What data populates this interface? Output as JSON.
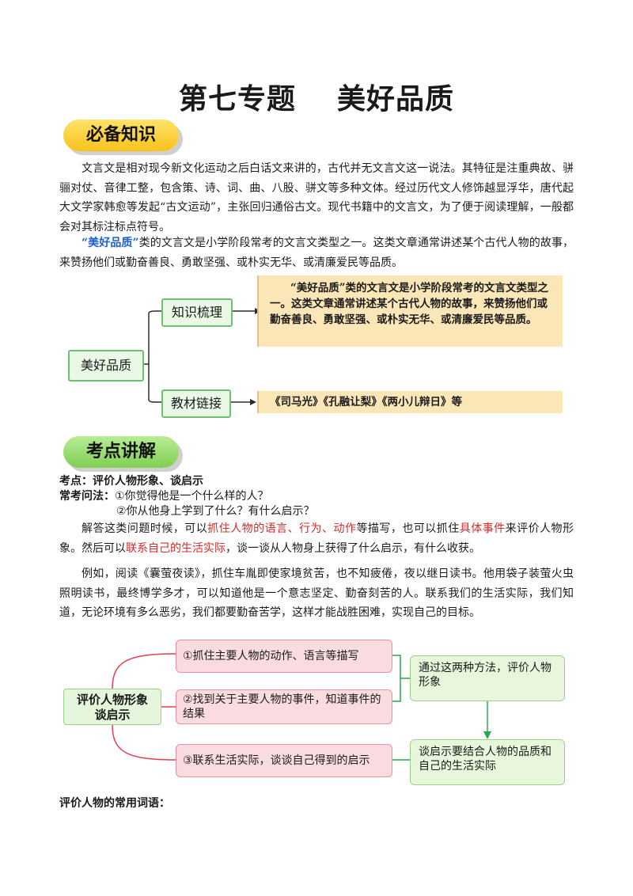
{
  "title": {
    "part1": "第七专题",
    "part2": "美好品质"
  },
  "section1": {
    "label": "必备知识"
  },
  "intro": {
    "p1": "文言文是相对现今新文化运动之后白话文来讲的，古代并无文言文这一说法。其特征是注重典故、骈骊对仗、音律工整，包含策、诗、词、曲、八股、骈文等多种文体。经过历代文人修饰越显浮华，唐代起大文学家韩愈等发起“古文运动”，主张回归通俗古文。现代书籍中的文言文，为了便于阅读理解，一般都会对其标注标点符号。",
    "p2_highlight": "“美好品质”",
    "p2_rest": "类的文言文是小学阶段常考的文言文类型之一。这类文章通常讲述某个古代人物的故事，来赞扬他们或勤奋善良、勇敢坚强、或朴实无华、或清廉爱民等品质。"
  },
  "mindmap1": {
    "root": "美好品质",
    "branch1": "知识梳理",
    "branch1_text": "“美好品质”类的文言文是小学阶段常考的文言文类型之一。这类文章通常讲述某个古代人物的故事，来赞扬他们或勤奋善良、勇敢坚强、或朴实无华、或清廉爱民等品质。",
    "branch2": "教材链接",
    "branch2_text": "《司马光》《孔融让梨》《两小儿辩日》等"
  },
  "section2": {
    "label": "考点讲解"
  },
  "kaodian": {
    "label": "考点：",
    "value": "评价人物形象、谈启示",
    "method_label": "常考问法：",
    "q1": "①你觉得他是一个什么样的人？",
    "q2": "②你从他身上学到了什么？有什么启示？"
  },
  "explain": {
    "p1_a": "解答这类问题时候，可以",
    "p1_red1": "抓住人物的语言、行为、动作",
    "p1_b": "等描写，也可以抓住",
    "p1_red2": "具体事件",
    "p1_c": "来评价人物形象。然后可以",
    "p1_red3": "联系自己的生活实际",
    "p1_d": "，谈一谈从人物身上获得了什么启示，有什么收获。",
    "p2": "例如，阅读《囊萤夜读》，抓住车胤即使家境贫苦，也不知疲倦，夜以继日读书。他用袋子装萤火虫照明读书，最终博学多才，可以知道他是一个意志坚定、勤奋刻苦的人。联系我们的生活实际，我们知道，无论环境有多么恶劣，我们都要勤奋苦学，这样才能战胜困难，实现自己的目标。"
  },
  "mindmap2": {
    "root": "评价人物形象谈启示",
    "root_line1": "评价人物形象",
    "root_line2": "谈启示",
    "b1": "①抓住主要人物的动作、语言等描写",
    "b2": "②找到关于主要人物的事件，知道事件的结果",
    "b3": "③联系生活实际，谈谈自己得到的启示",
    "g1": "通过这两种方法，评价人物形象",
    "g2": "谈启示要结合人物的品质和自己的生活实际"
  },
  "footer_heading": "评价人物的常用词语："
}
